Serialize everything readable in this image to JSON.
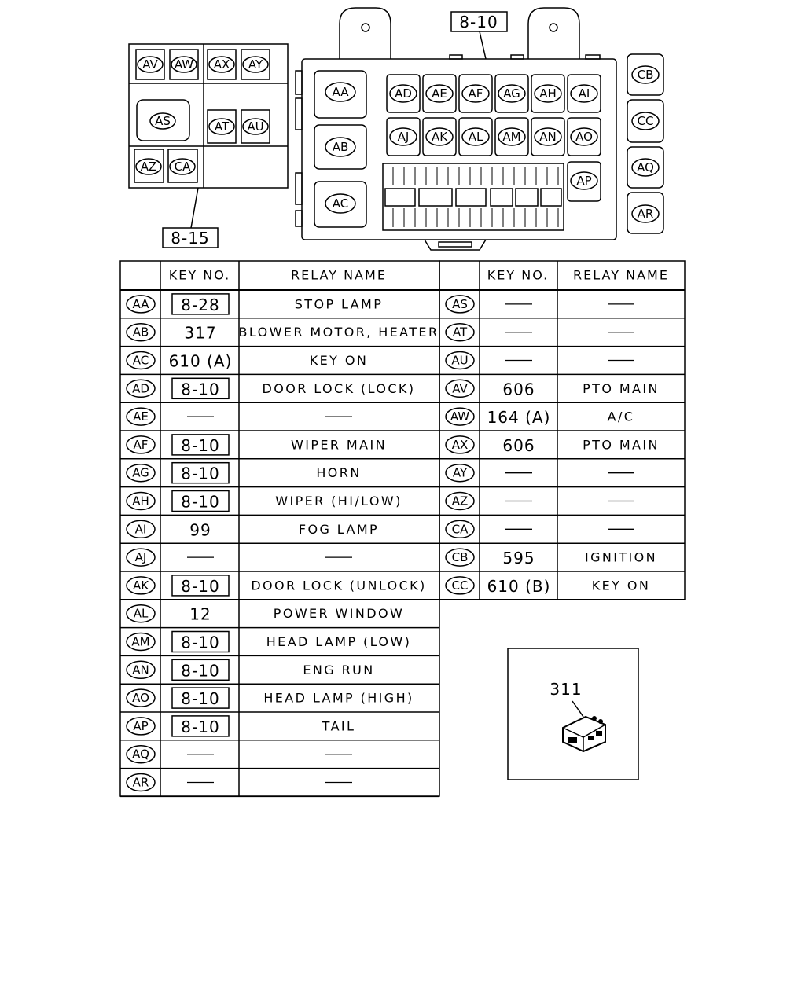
{
  "callouts": {
    "left_box_ref": "8-15",
    "main_box_ref": "8-10"
  },
  "left_box_labels": [
    "AV",
    "AW",
    "AX",
    "AY",
    "AS",
    "AT",
    "AU",
    "AZ",
    "CA"
  ],
  "main_box_labels": {
    "large": [
      "AA",
      "AB",
      "AC"
    ],
    "row1": [
      "AD",
      "AE",
      "AF",
      "AG",
      "AH",
      "AI"
    ],
    "row2": [
      "AJ",
      "AK",
      "AL",
      "AM",
      "AN",
      "AO"
    ],
    "side": [
      "AP"
    ],
    "right": [
      "CB",
      "CC",
      "AQ",
      "AR"
    ]
  },
  "table_headers": {
    "key_no": "KEY NO.",
    "relay_name": "RELAY NAME"
  },
  "left_table": [
    {
      "id": "AA",
      "key": "8-28",
      "boxed": true,
      "name": "STOP LAMP"
    },
    {
      "id": "AB",
      "key": "317",
      "boxed": false,
      "name": "BLOWER MOTOR, HEATER"
    },
    {
      "id": "AC",
      "key": "610 (A)",
      "boxed": false,
      "name": "KEY ON"
    },
    {
      "id": "AD",
      "key": "8-10",
      "boxed": true,
      "name": "DOOR LOCK (LOCK)"
    },
    {
      "id": "AE",
      "key": "—",
      "boxed": false,
      "name": "—"
    },
    {
      "id": "AF",
      "key": "8-10",
      "boxed": true,
      "name": "WIPER MAIN"
    },
    {
      "id": "AG",
      "key": "8-10",
      "boxed": true,
      "name": "HORN"
    },
    {
      "id": "AH",
      "key": "8-10",
      "boxed": true,
      "name": "WIPER (HI/LOW)"
    },
    {
      "id": "AI",
      "key": "99",
      "boxed": false,
      "name": "FOG LAMP"
    },
    {
      "id": "AJ",
      "key": "—",
      "boxed": false,
      "name": "—"
    },
    {
      "id": "AK",
      "key": "8-10",
      "boxed": true,
      "name": "DOOR LOCK (UNLOCK)"
    },
    {
      "id": "AL",
      "key": "12",
      "boxed": false,
      "name": "POWER WINDOW"
    },
    {
      "id": "AM",
      "key": "8-10",
      "boxed": true,
      "name": "HEAD LAMP (LOW)"
    },
    {
      "id": "AN",
      "key": "8-10",
      "boxed": true,
      "name": "ENG RUN"
    },
    {
      "id": "AO",
      "key": "8-10",
      "boxed": true,
      "name": "HEAD LAMP (HIGH)"
    },
    {
      "id": "AP",
      "key": "8-10",
      "boxed": true,
      "name": "TAIL"
    },
    {
      "id": "AQ",
      "key": "—",
      "boxed": false,
      "name": "—"
    },
    {
      "id": "AR",
      "key": "—",
      "boxed": false,
      "name": "—"
    }
  ],
  "right_table": [
    {
      "id": "AS",
      "key": "—",
      "boxed": false,
      "name": "—"
    },
    {
      "id": "AT",
      "key": "—",
      "boxed": false,
      "name": "—"
    },
    {
      "id": "AU",
      "key": "—",
      "boxed": false,
      "name": "—"
    },
    {
      "id": "AV",
      "key": "606",
      "boxed": false,
      "name": "PTO MAIN"
    },
    {
      "id": "AW",
      "key": "164 (A)",
      "boxed": false,
      "name": "A/C"
    },
    {
      "id": "AX",
      "key": "606",
      "boxed": false,
      "name": "PTO MAIN"
    },
    {
      "id": "AY",
      "key": "—",
      "boxed": false,
      "name": "—"
    },
    {
      "id": "AZ",
      "key": "—",
      "boxed": false,
      "name": "—"
    },
    {
      "id": "CA",
      "key": "—",
      "boxed": false,
      "name": "—"
    },
    {
      "id": "CB",
      "key": "595",
      "boxed": false,
      "name": "IGNITION"
    },
    {
      "id": "CC",
      "key": "610 (B)",
      "boxed": false,
      "name": "KEY ON"
    }
  ],
  "relay_part": {
    "number": "311"
  }
}
